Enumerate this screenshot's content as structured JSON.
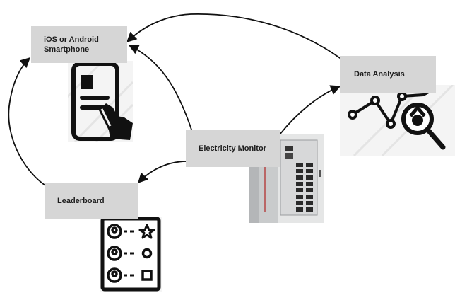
{
  "nodes": {
    "phone": "iOS or Android Smartphone",
    "data_analysis": "Data Analysis",
    "electricity_monitor": "Electricity Monitor",
    "leaderboard": "Leaderboard"
  },
  "icons": {
    "phone": "smartphone-tap-icon",
    "data_analysis": "line-chart-magnifier-icon",
    "electricity_monitor": "breaker-panel-photo",
    "leaderboard": "leaderboard-list-icon"
  },
  "colors": {
    "box_fill": "#d6d6d6",
    "arrow": "#111111",
    "icon": "#111111"
  }
}
